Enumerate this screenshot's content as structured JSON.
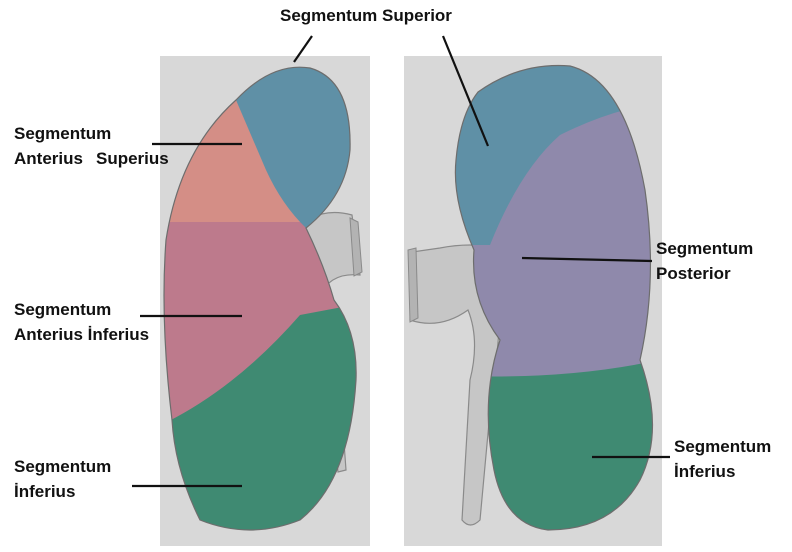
{
  "labels": {
    "superior": "Segmentum Superior",
    "anterius_superius_line1": "Segmentum",
    "anterius_superius_line2a": "Anterius",
    "anterius_superius_line2b": "Superius",
    "anterius_inferius_line1": "Segmentum",
    "anterius_inferius_line2": "Anterius İnferius",
    "inferius_left_line1": "Segmentum",
    "inferius_left_line2": "İnferius",
    "posterior_line1": "Segmentum",
    "posterior_line2": "Posterior",
    "inferius_right_line1": "Segmentum",
    "inferius_right_line2": "İnferius"
  },
  "colors": {
    "superior_segment": "#5f90a6",
    "anterius_superius_segment": "#d48e86",
    "anterius_inferius_segment": "#bd7a8c",
    "inferius_segment": "#3f8a72",
    "posterior_segment": "#8f89ab",
    "panel_background": "#d8d8d8",
    "leader_line": "#111111"
  }
}
